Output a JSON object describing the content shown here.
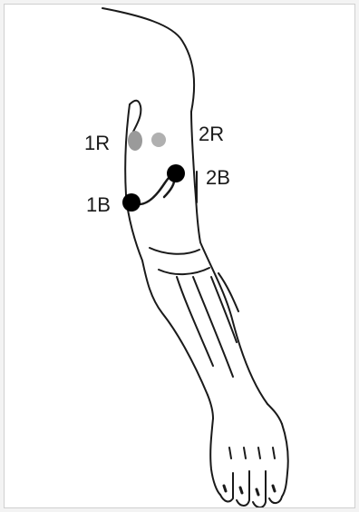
{
  "labels": {
    "r1": "1R",
    "r2": "2R",
    "b1": "1B",
    "b2": "2B"
  },
  "markers": {
    "red_color": "#9a9a9a",
    "black_color": "#000000"
  },
  "colors": {
    "line": "#1a1a1a",
    "background": "#ffffff"
  }
}
